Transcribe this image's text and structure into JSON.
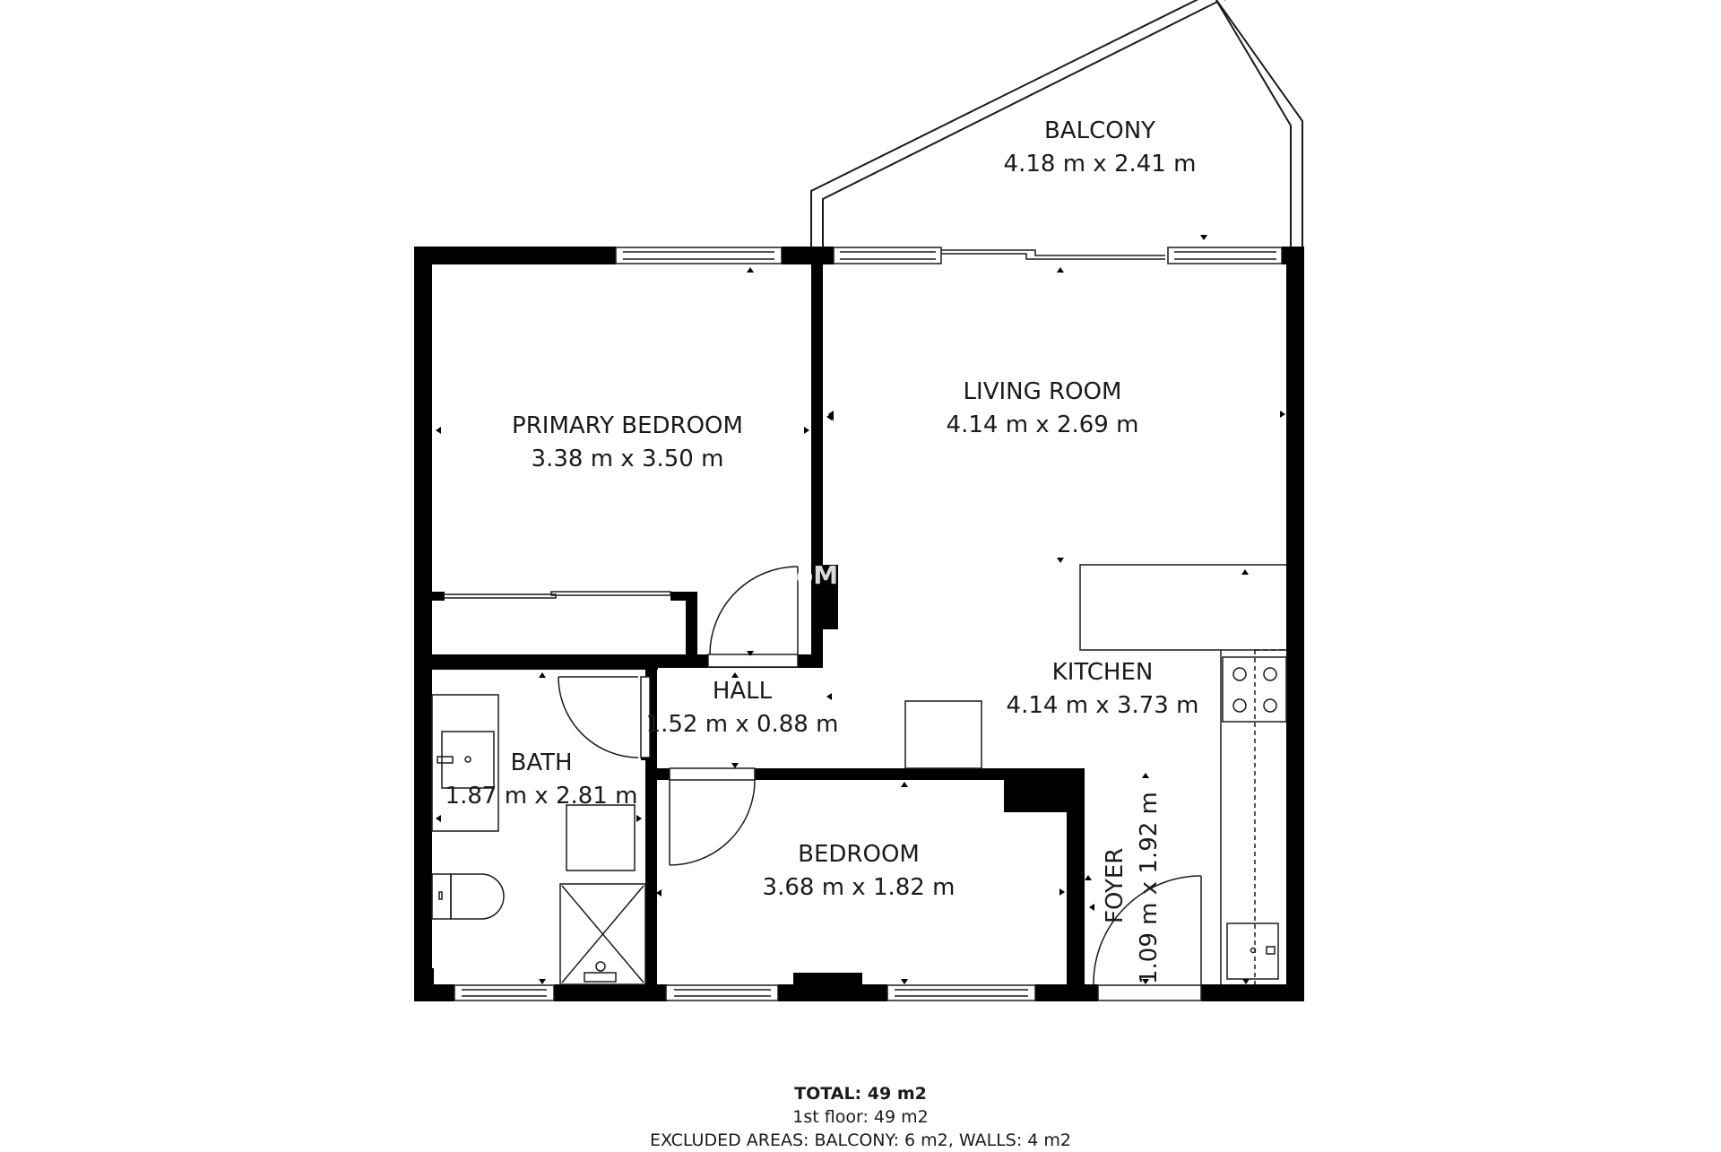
{
  "floorplan": {
    "rooms": [
      {
        "id": "balcony",
        "name": "BALCONY",
        "dimensions": "4.18 m x 2.41 m"
      },
      {
        "id": "primary-bedroom",
        "name": "PRIMARY BEDROOM",
        "dimensions": "3.38 m x 3.50 m"
      },
      {
        "id": "living-room",
        "name": "LIVING ROOM",
        "dimensions": "4.14 m x 2.69 m"
      },
      {
        "id": "kitchen",
        "name": "KITCHEN",
        "dimensions": "4.14 m x 3.73 m"
      },
      {
        "id": "hall",
        "name": "HALL",
        "dimensions": "1.52 m x 0.88 m"
      },
      {
        "id": "bath",
        "name": "BATH",
        "dimensions": "1.87 m x 2.81 m"
      },
      {
        "id": "bedroom",
        "name": "BEDROOM",
        "dimensions": "3.68 m x 1.82 m"
      },
      {
        "id": "foyer",
        "name": "FOYER",
        "dimensions": "1.09 m x 1.92 m"
      }
    ],
    "watermark": "oM"
  },
  "summary": {
    "total": "TOTAL: 49 m2",
    "floor": "1st floor: 49 m2",
    "excluded": "EXCLUDED AREAS: BALCONY: 6 m2, WALLS: 4 m2"
  },
  "colors": {
    "wall": "#000000",
    "line": "#1a1a1a",
    "background": "#ffffff"
  }
}
